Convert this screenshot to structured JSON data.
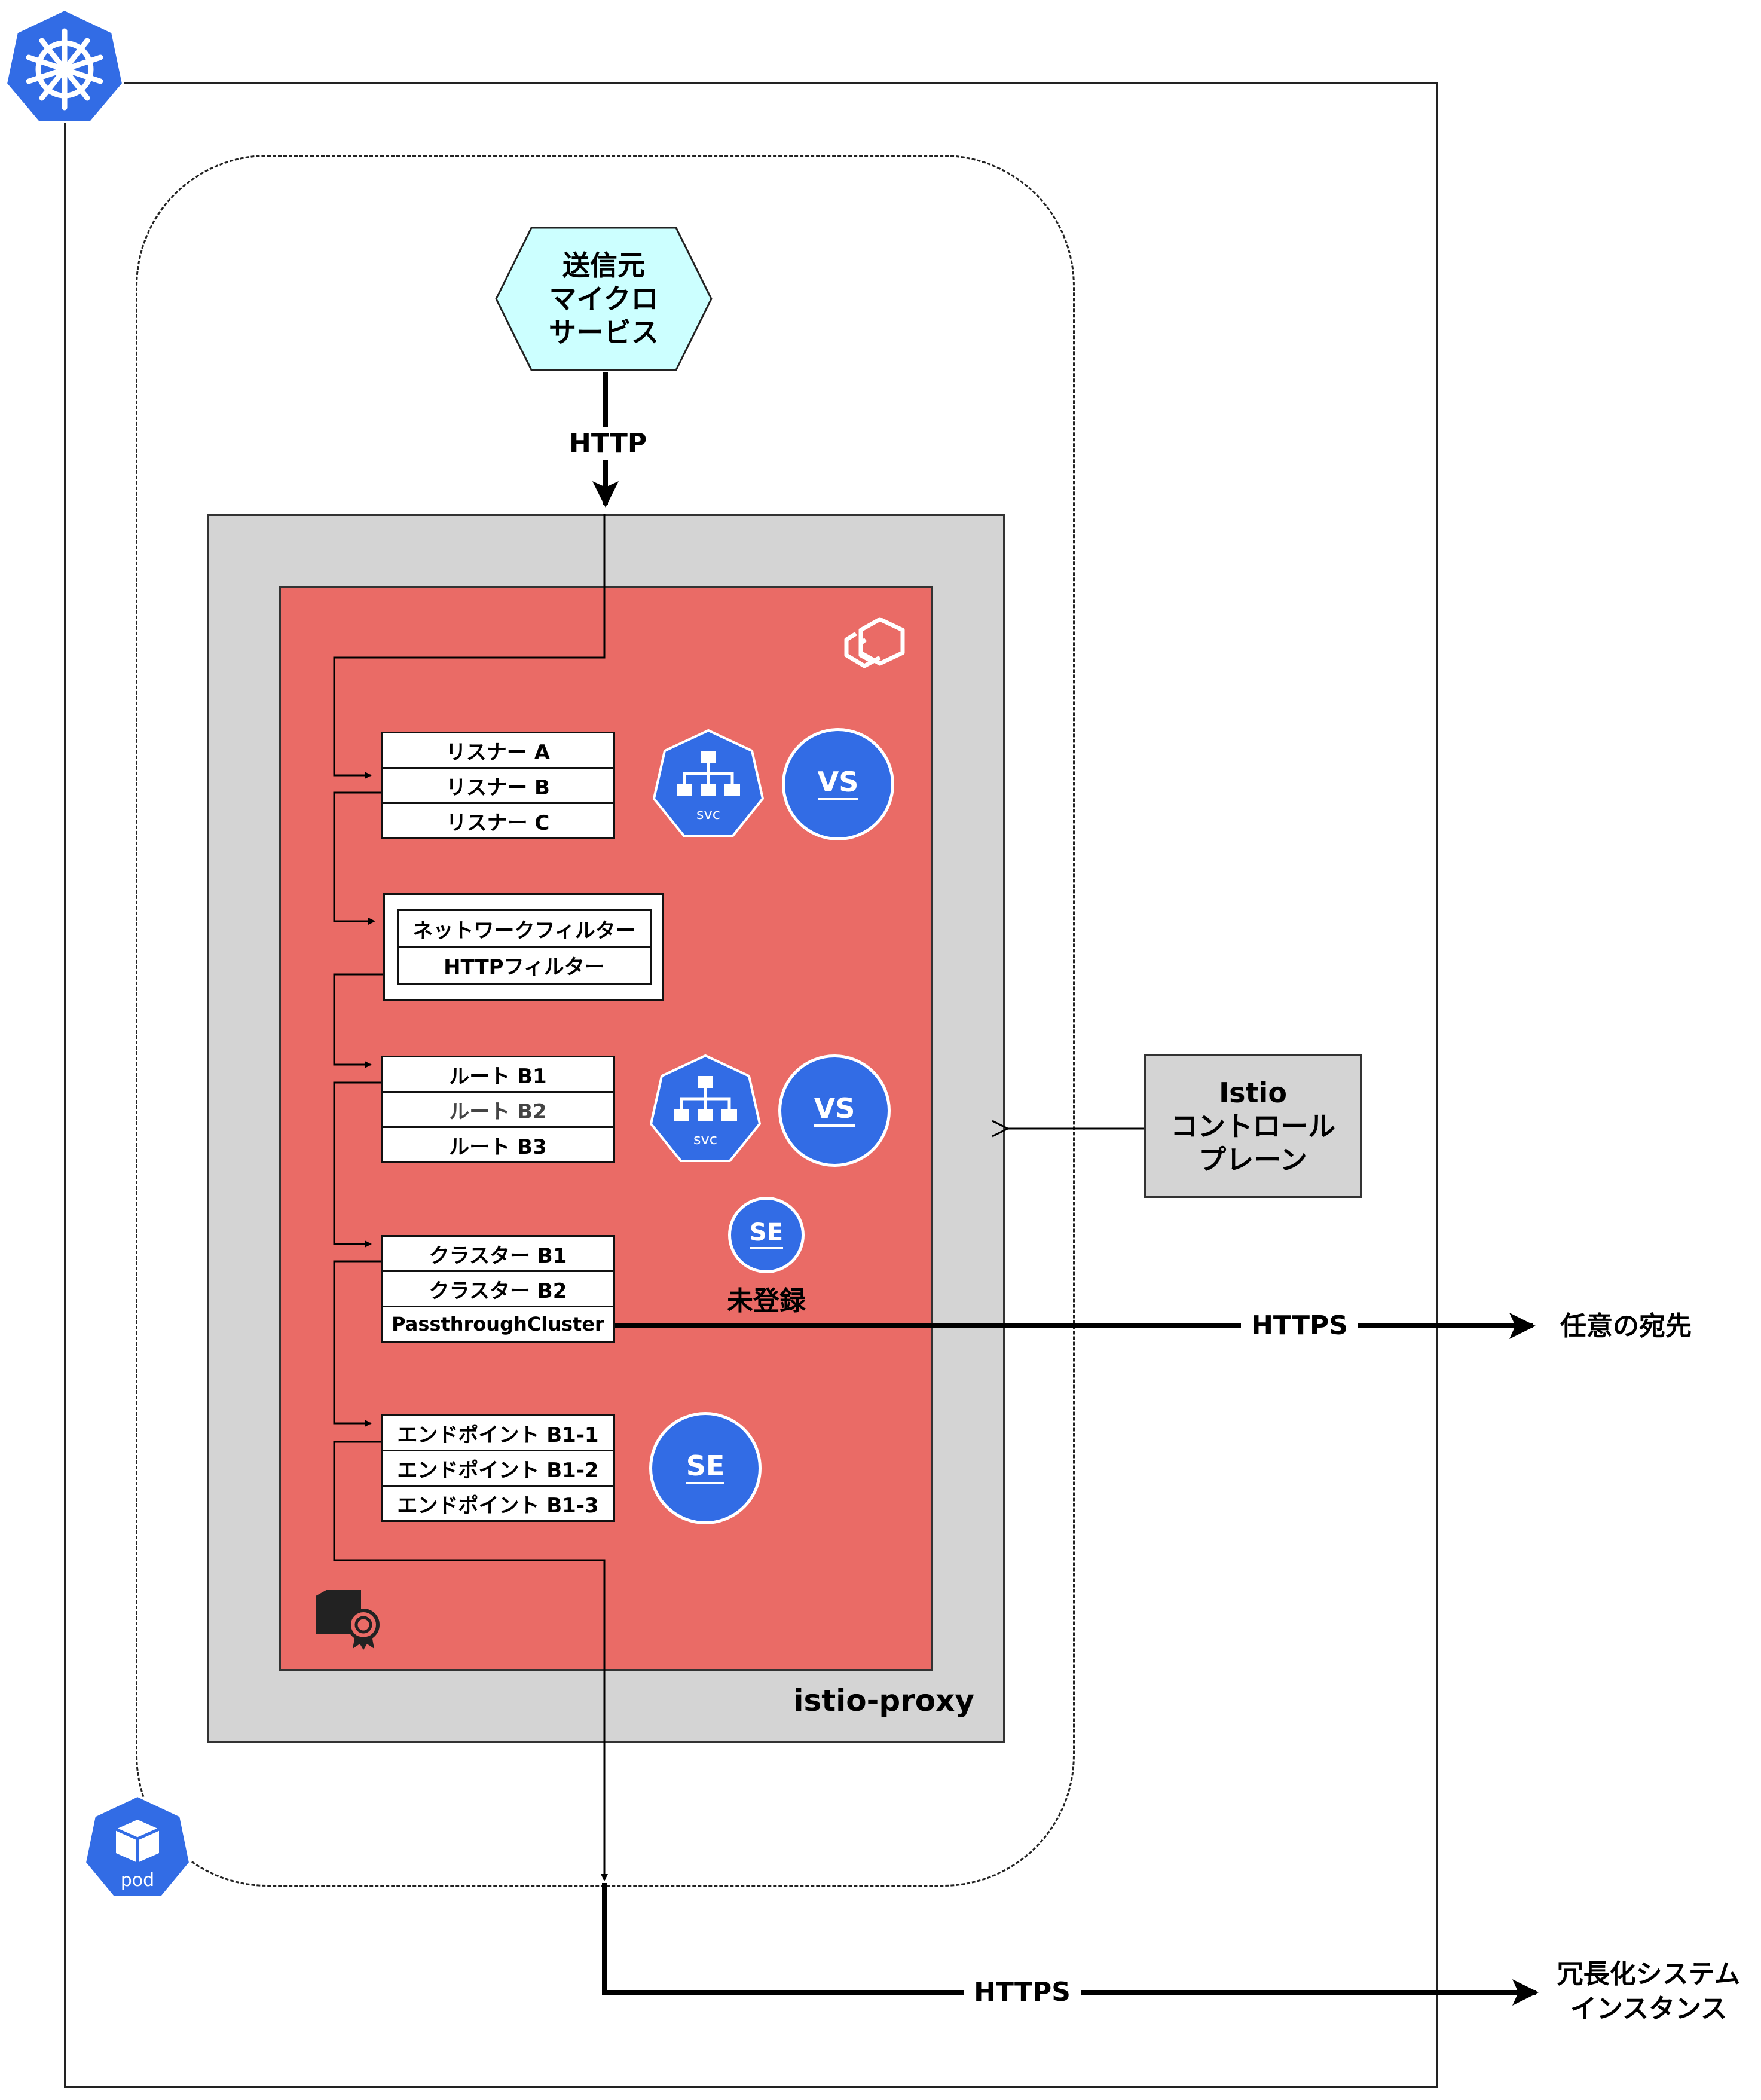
{
  "source": {
    "lines": [
      "送信元",
      "マイクロ",
      "サービス"
    ]
  },
  "labels": {
    "http": "HTTP",
    "https_top": "HTTPS",
    "https_bottom": "HTTPS",
    "proxy": "istio-proxy",
    "unregistered": "未登録",
    "pod": "pod",
    "svc": "svc"
  },
  "listeners": [
    "リスナー A",
    "リスナー B",
    "リスナー C"
  ],
  "filters": [
    "ネットワークフィルター",
    "HTTPフィルター"
  ],
  "routes": [
    "ルート B1",
    "ルート B2",
    "ルート B3"
  ],
  "clusters": [
    "クラスター B1",
    "クラスター B2",
    "PassthroughCluster"
  ],
  "endpoints": [
    "エンドポイント B1-1",
    "エンドポイント B1-2",
    "エンドポイント B1-3"
  ],
  "badges": {
    "vs": "VS",
    "se": "SE"
  },
  "control_plane": {
    "lines": [
      "Istio",
      "コントロール",
      "プレーン"
    ]
  },
  "destinations": {
    "any": "任意の宛先",
    "redundant": [
      "冗長化システム",
      "インスタンス"
    ]
  },
  "colors": {
    "envoy_fill": "#ea6b66",
    "proxy_fill": "#d4d4d4",
    "source_fill": "#ccffff",
    "k8s_blue": "#326ce5"
  },
  "icons": [
    "kubernetes-icon",
    "pod-icon",
    "envoy-icon",
    "certificate-icon",
    "svc-icon"
  ]
}
